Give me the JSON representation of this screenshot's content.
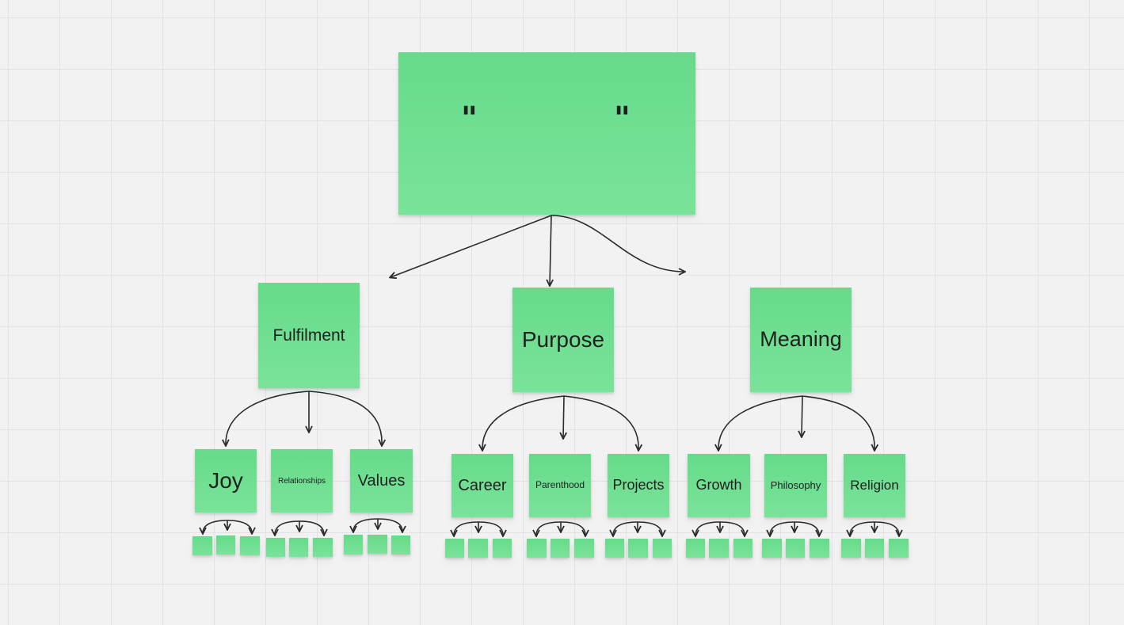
{
  "board": {
    "root": {
      "open_quote": "\"",
      "close_quote": "\""
    },
    "categories": [
      {
        "label": "Fulfilment",
        "children": [
          {
            "label": "Joy"
          },
          {
            "label": "Relationships"
          },
          {
            "label": "Values"
          }
        ]
      },
      {
        "label": "Purpose",
        "children": [
          {
            "label": "Career"
          },
          {
            "label": "Parenthood"
          },
          {
            "label": "Projects"
          }
        ]
      },
      {
        "label": "Meaning",
        "children": [
          {
            "label": "Growth"
          },
          {
            "label": "Philosophy"
          },
          {
            "label": "Religion"
          }
        ]
      }
    ]
  },
  "colors": {
    "sticky_top": "#66db8a",
    "sticky_bottom": "#7ae39a",
    "connector": "#2b2b2b",
    "canvas": "#f2f2f2",
    "grid": "#e3e3e3"
  }
}
